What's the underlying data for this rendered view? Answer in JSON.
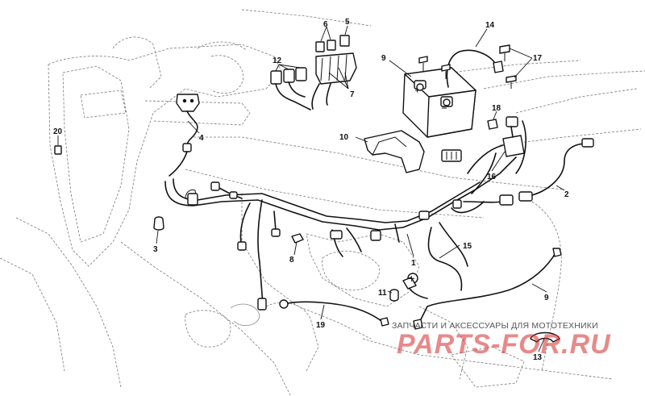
{
  "diagram": {
    "callouts": [
      "1",
      "2",
      "3",
      "4",
      "5",
      "6",
      "7",
      "8",
      "9",
      "9",
      "10",
      "11",
      "12",
      "13",
      "14",
      "15",
      "16",
      "17",
      "18",
      "19",
      "20"
    ],
    "plus_symbol": "+"
  },
  "watermark": {
    "tagline": "ЗАПЧАСТИ И АКСЕССУАРЫ ДЛЯ МОТОТЕХНИКИ",
    "brand": "PARTS-FOR.RU",
    "color": "#d62828"
  },
  "colors": {
    "line": "#111111",
    "ghost": "#7a7a7a",
    "background": "#ffffff"
  }
}
